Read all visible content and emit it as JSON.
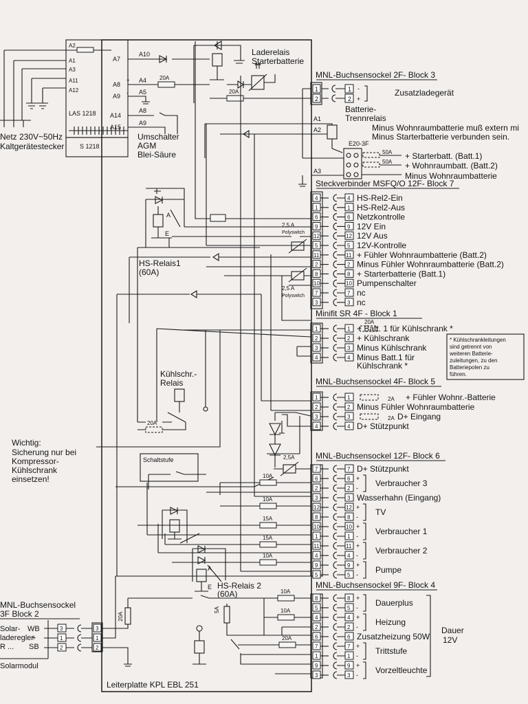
{
  "board": {
    "label": "Leiterplatte KPL EBL 251"
  },
  "mains": {
    "label1": "Netz 230V~50Hz",
    "label2": "Kaltgerätestecker",
    "charger_model": "LAS 1218",
    "connector_model": "S 1218",
    "pins": [
      "A2",
      "A1",
      "A3",
      "A11",
      "A12"
    ]
  },
  "switch_agm": {
    "line1": "Umschalter",
    "line2": "AGM",
    "line3": "Blei-Säure"
  },
  "board_pins": [
    "A7",
    "A10",
    "A8",
    "A4",
    "A9",
    "A5",
    "A14",
    "A8",
    "A15",
    "A9"
  ],
  "laderelais": {
    "line1": "Laderelais",
    "line2": "Starterbatterie"
  },
  "fuses": {
    "f20a_top": "20A",
    "f20a_block3": "20A",
    "poly1": "2,5 A",
    "poly_word": "Polyswitch",
    "poly2": "2,5 A",
    "f20a_kuehl": "20A",
    "f2a_a": "2A",
    "f2a_b": "2A",
    "f2_5a": "2,5A",
    "f10a_a": "10A",
    "f10a_b": "10A",
    "f15a_a": "15A",
    "f15a_b": "15A",
    "f10a_c": "10A",
    "f10a_d": "10A",
    "f10a_e": "10A",
    "f20a_b6": "20A",
    "f20a_left": "20A",
    "f5a": "5A",
    "f20a_solar": "20A",
    "f50a_1": "50A",
    "f50a_2": "50A"
  },
  "block3": {
    "title": "MNL-Buchsensockel 2F- Block 3",
    "pins": [
      {
        "num": "1",
        "sign": "-"
      },
      {
        "num": "2",
        "sign": "+"
      }
    ],
    "device": "Zusatzladegerät",
    "trennrelais1": "Batterie-",
    "trennrelais2": "Trennrelais",
    "relay_pins": [
      "A1",
      "A2",
      "A3"
    ],
    "note1": "Minus Wohnraumbatterie muß extern mi",
    "note2": "Minus Starterbatterie verbunden sein.",
    "e20": "E20-3F",
    "terminals": [
      "+ Starterbatt. (Batt.1)",
      "+ Wohnraumbatt. (Batt.2)",
      "Minus Wohnraumbatterie"
    ]
  },
  "block7": {
    "title": "Steckverbinder MSFQ/O 12F- Block 7",
    "rows": [
      {
        "num": "4",
        "label": "HS-Rel2-Ein"
      },
      {
        "num": "1",
        "label": "HS-Rel2-Aus"
      },
      {
        "num": "6",
        "label": "Netzkontrolle"
      },
      {
        "num": "9",
        "label": "12V Ein"
      },
      {
        "num": "12",
        "label": "12V Aus"
      },
      {
        "num": "5",
        "label": "12V-Kontrolle"
      },
      {
        "num": "11",
        "label": "+ Fühler Wohnraumbatterie (Batt.2)"
      },
      {
        "num": "2",
        "label": "Minus Fühler Wohnraumbatterie (Batt.2)"
      },
      {
        "num": "8",
        "label": "+ Starterbatterie (Batt.1)"
      },
      {
        "num": "10",
        "label": "Pumpenschalter"
      },
      {
        "num": "7",
        "label": "nc"
      },
      {
        "num": "3",
        "label": "nc"
      }
    ]
  },
  "hs_relais1": {
    "line1": "HS-Relais1",
    "line2": "(60A)"
  },
  "block1": {
    "title": "Minifit SR 4F - Block 1",
    "rows": [
      {
        "num": "1",
        "label": "+ Batt. 1 für Kühlschrank *"
      },
      {
        "num": "2",
        "label": "+ Kühlschrank"
      },
      {
        "num": "3",
        "label": "Minus Kühlschrank"
      },
      {
        "num": "4",
        "label": "Minus Batt.1 für"
      }
    ],
    "label_cont": "Kühlschrank *",
    "note": [
      "* Kühlschrankleitungen",
      "sind getrennt von",
      "weiteren Batterie-",
      "zuleitungen, zu den",
      "Batteriepolen zu",
      "führen."
    ]
  },
  "kuehl_relais": {
    "line1": "Kühlschr.-",
    "line2": "Relais"
  },
  "block5": {
    "title": "MNL-Buchsensockel 4F- Block 5",
    "rows": [
      {
        "num": "1",
        "label": "+ Fühler Wohnr.-Batterie"
      },
      {
        "num": "2",
        "label": "Minus Fühler Wohnraumbatterie"
      },
      {
        "num": "3",
        "label": "D+ Eingang"
      },
      {
        "num": "4",
        "label": "D+ Stützpunkt"
      }
    ]
  },
  "wichtig": {
    "line1": "Wichtig:",
    "line2": "Sicherung nur bei",
    "line3": "Kompressor-",
    "line4": "Kühlschrank",
    "line5": "einsetzen!"
  },
  "schaltstufe": "Schaltstufe",
  "block6": {
    "title": "MNL-Buchsensockel 12F- Block 6",
    "rows": [
      {
        "num": "7",
        "sign": "",
        "label": "D+ Stützpunkt"
      },
      {
        "num": "6",
        "sign": "+",
        "label": ""
      },
      {
        "num": "2",
        "sign": "-",
        "label": ""
      },
      {
        "num": "3",
        "sign": "",
        "label": "Wasserhahn (Eingang)"
      },
      {
        "num": "12",
        "sign": "+",
        "label": ""
      },
      {
        "num": "8",
        "sign": "-",
        "label": ""
      },
      {
        "num": "10",
        "sign": "+",
        "label": ""
      },
      {
        "num": "1",
        "sign": "-",
        "label": ""
      },
      {
        "num": "11",
        "sign": "+",
        "label": ""
      },
      {
        "num": "4",
        "sign": "-",
        "label": ""
      },
      {
        "num": "9",
        "sign": "+",
        "label": ""
      },
      {
        "num": "5",
        "sign": "-",
        "label": ""
      }
    ],
    "groups": [
      "Verbraucher 3",
      "TV",
      "Verbraucher 1",
      "Verbraucher 2",
      "Pumpe"
    ]
  },
  "hs_relais2": {
    "line1": "HS-Relais 2",
    "line2": "(60A)"
  },
  "block4": {
    "title": "MNL-Buchsensockel 9F- Block 4",
    "rows": [
      {
        "num": "8",
        "sign": "+"
      },
      {
        "num": "5",
        "sign": "-"
      },
      {
        "num": "4",
        "sign": "+"
      },
      {
        "num": "2",
        "sign": "-"
      },
      {
        "num": "6",
        "sign": ""
      },
      {
        "num": "7",
        "sign": "+"
      },
      {
        "num": "1",
        "sign": "-"
      },
      {
        "num": "9",
        "sign": "+"
      },
      {
        "num": "3",
        "sign": "-"
      }
    ],
    "groups": [
      "Dauerplus",
      "Heizung",
      "Zusatzheizung 50W",
      "Trittstufe",
      "Vorzeltleuchte"
    ],
    "dauer1": "Dauer",
    "dauer2": "12V"
  },
  "block2": {
    "title1": "MNL-Buchsensockel",
    "title2": "3F Block 2",
    "labels": [
      "Solar-",
      "laderegler",
      "R ..."
    ],
    "pins": [
      {
        "num": "3",
        "sign": "WB"
      },
      {
        "num": "1",
        "sign": "+"
      },
      {
        "num": "2",
        "sign": "SB"
      }
    ],
    "module": "Solarmodul"
  },
  "relay_letters": {
    "a": "A",
    "e": "E"
  }
}
